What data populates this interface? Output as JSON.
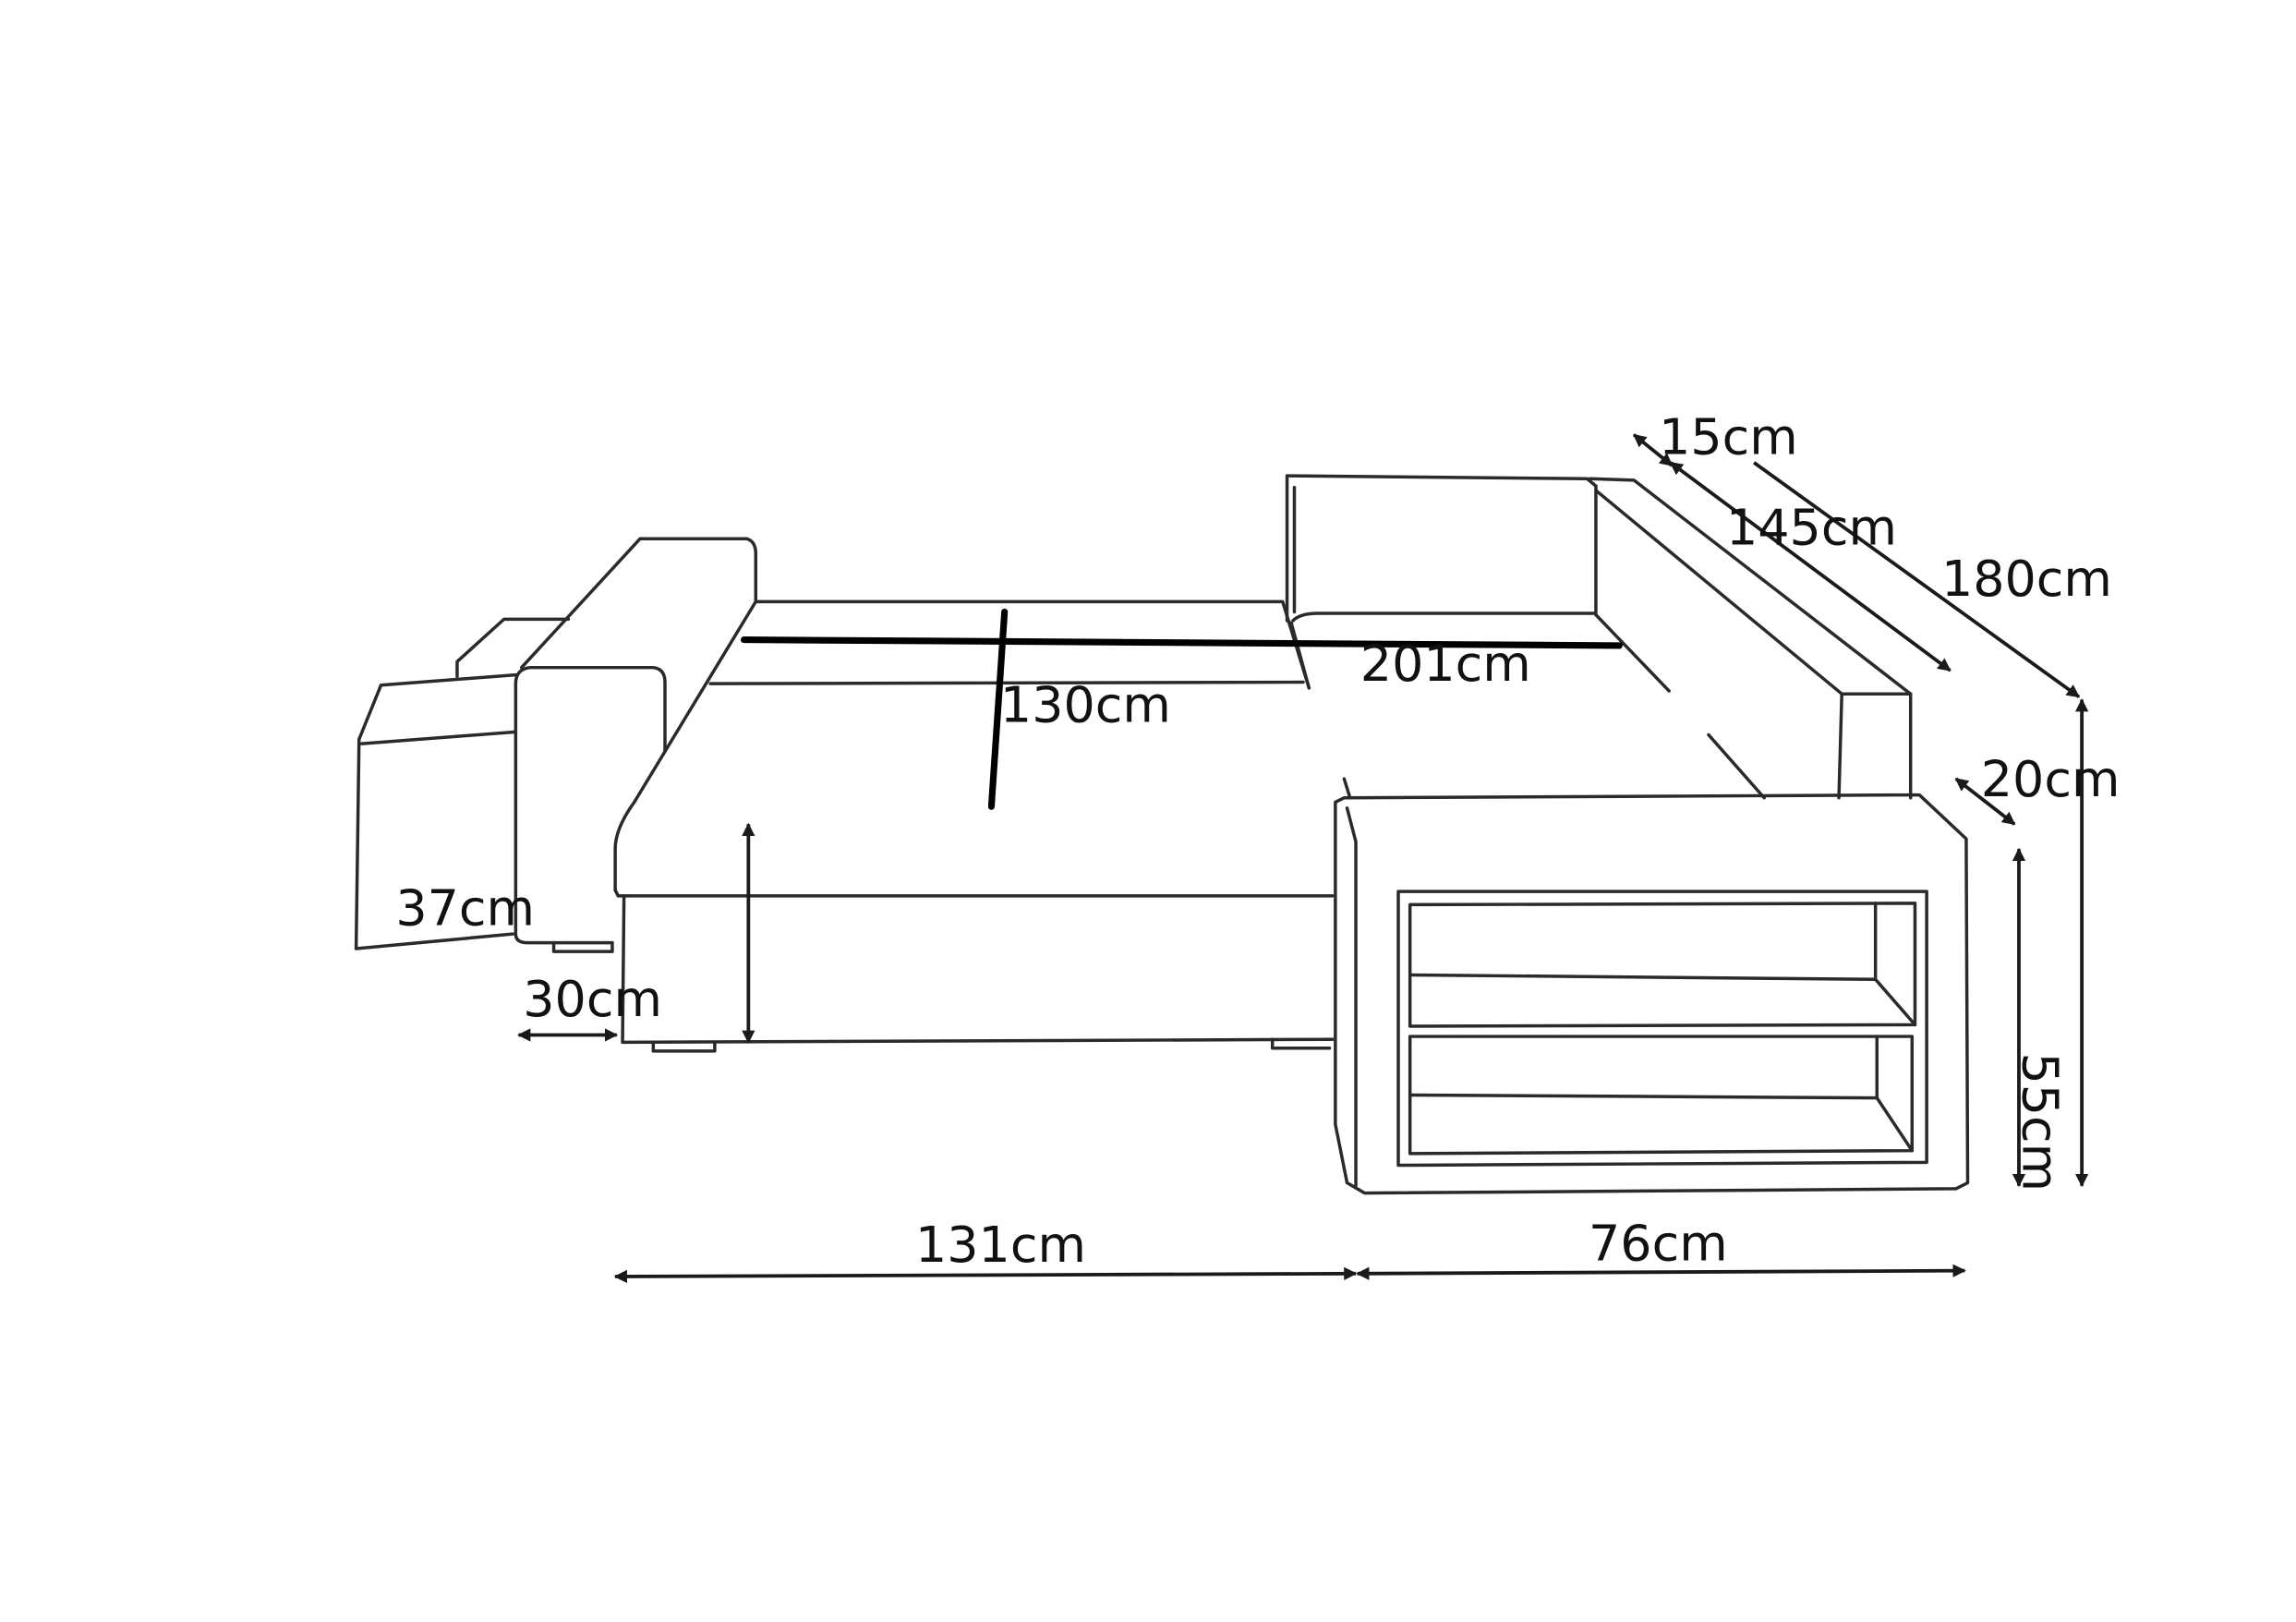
{
  "colors": {
    "line": "#2a2a2a",
    "background": "#ffffff"
  },
  "dimensions": {
    "d15": "15cm",
    "d145": "145cm",
    "d180": "180cm",
    "d201": "201cm",
    "d130": "130cm",
    "d20": "20cm",
    "d37": "37cm",
    "d30": "30cm",
    "d55": "55cm",
    "d131": "131cm",
    "d76": "76cm"
  }
}
